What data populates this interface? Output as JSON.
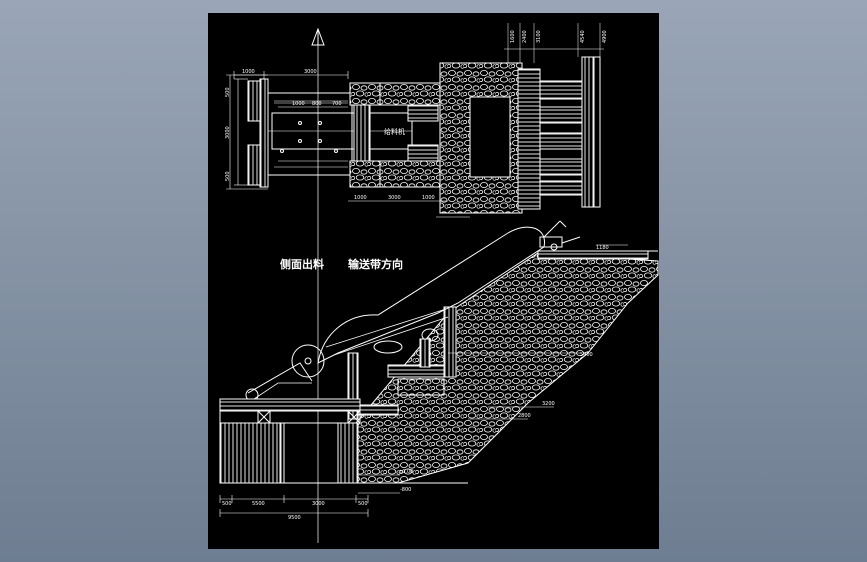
{
  "colors": {
    "background": "#8491a4",
    "sheet": "#000000",
    "lines": "#ffffff"
  },
  "icons": {
    "north_arrow": "north-arrow-icon",
    "conveyor_drive": "conveyor-drive-icon"
  },
  "annotations": {
    "side_discharge": "侧面出料",
    "conveyor_direction": "输送带方向",
    "plan_center_label": "给料机"
  },
  "elevations": {
    "top_right": "1180",
    "upper": "5800",
    "middle": "3200",
    "lower": "2800",
    "ground": "±0.00",
    "bottom": "-800"
  },
  "dimensions": {
    "top_vertical": [
      "1600",
      "2400",
      "3100",
      "4540",
      "4900"
    ],
    "plan_top": [
      "1000",
      "3000"
    ],
    "plan_left": [
      "500",
      "3000",
      "500"
    ],
    "plan_bottom": [
      "1000",
      "3000",
      "1000"
    ],
    "plan_inner": [
      "1000",
      "800",
      "700"
    ],
    "bottom": [
      "500",
      "5500",
      "3000",
      "500"
    ],
    "bottom_total": "9500"
  }
}
